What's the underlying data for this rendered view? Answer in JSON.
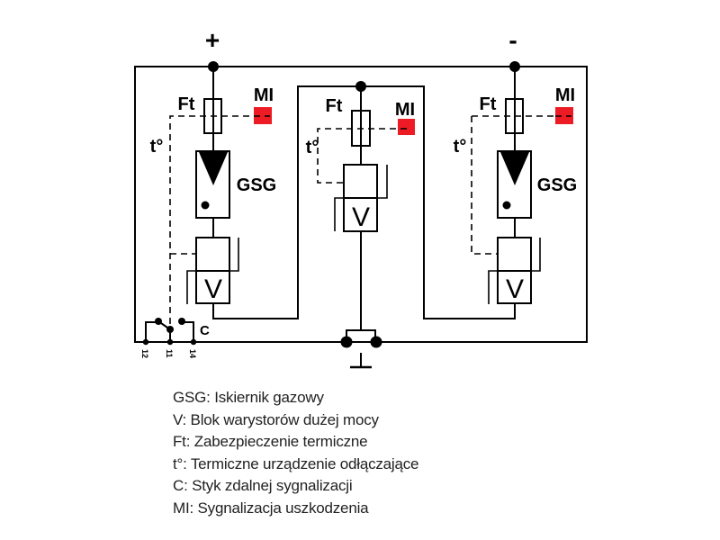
{
  "diagram": {
    "polarity": {
      "plus": "+",
      "minus": "-"
    },
    "labels": {
      "fuse": "Ft",
      "indicator": "MI",
      "thermal": "t°",
      "gap": "GSG",
      "varistor": "V",
      "contact": "C"
    },
    "terminals": [
      "12",
      "11",
      "14"
    ],
    "colors": {
      "indicator": "#ed1c24",
      "lines": "#000000"
    }
  },
  "legend": [
    "GSG: Iskiernik gazowy",
    "V: Blok warystorów dużej mocy",
    "Ft: Zabezpieczenie termiczne",
    "t°: Termiczne urządzenie odłączające",
    "C: Styk zdalnej sygnalizacji",
    "MI: Sygnalizacja uszkodzenia"
  ]
}
